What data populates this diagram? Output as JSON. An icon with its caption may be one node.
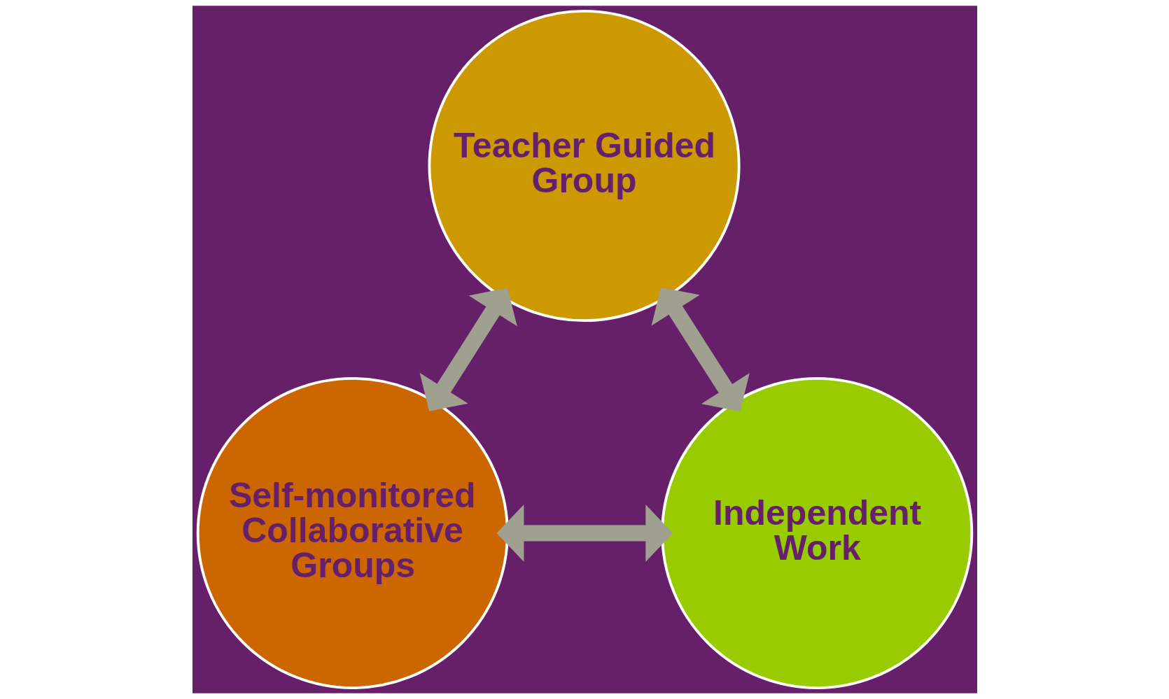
{
  "diagram": {
    "nodes": [
      {
        "text": [
          "Teacher Guided Group"
        ]
      },
      {
        "text": [
          "Self-monitored Collaborative Groups"
        ]
      },
      {
        "text": [
          "Independent Work"
        ]
      }
    ],
    "edges": [
      {
        "from": 1,
        "to": 0,
        "arrow": "both"
      },
      {
        "from": 0,
        "to": 2,
        "arrow": "both"
      },
      {
        "from": 1,
        "to": 2,
        "arrow": "both"
      }
    ]
  }
}
